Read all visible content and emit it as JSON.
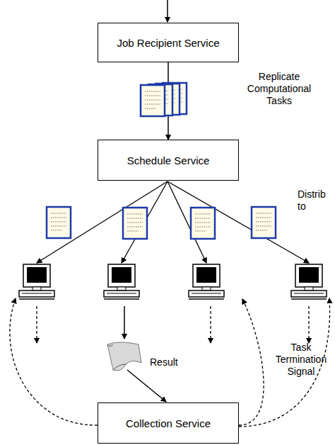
{
  "diagram": {
    "nodes": [
      {
        "text": [
          "Job Recipient Service"
        ]
      },
      {
        "text": [
          "Schedule Service"
        ]
      },
      {
        "text": [
          "Collection Service"
        ]
      }
    ],
    "edges": [
      {
        "from": 0,
        "to": 1,
        "arrow": "to"
      }
    ],
    "labels": [
      "Replicate Computational Tasks",
      "Distrib to",
      "Result",
      "Task Termination Signal"
    ]
  }
}
